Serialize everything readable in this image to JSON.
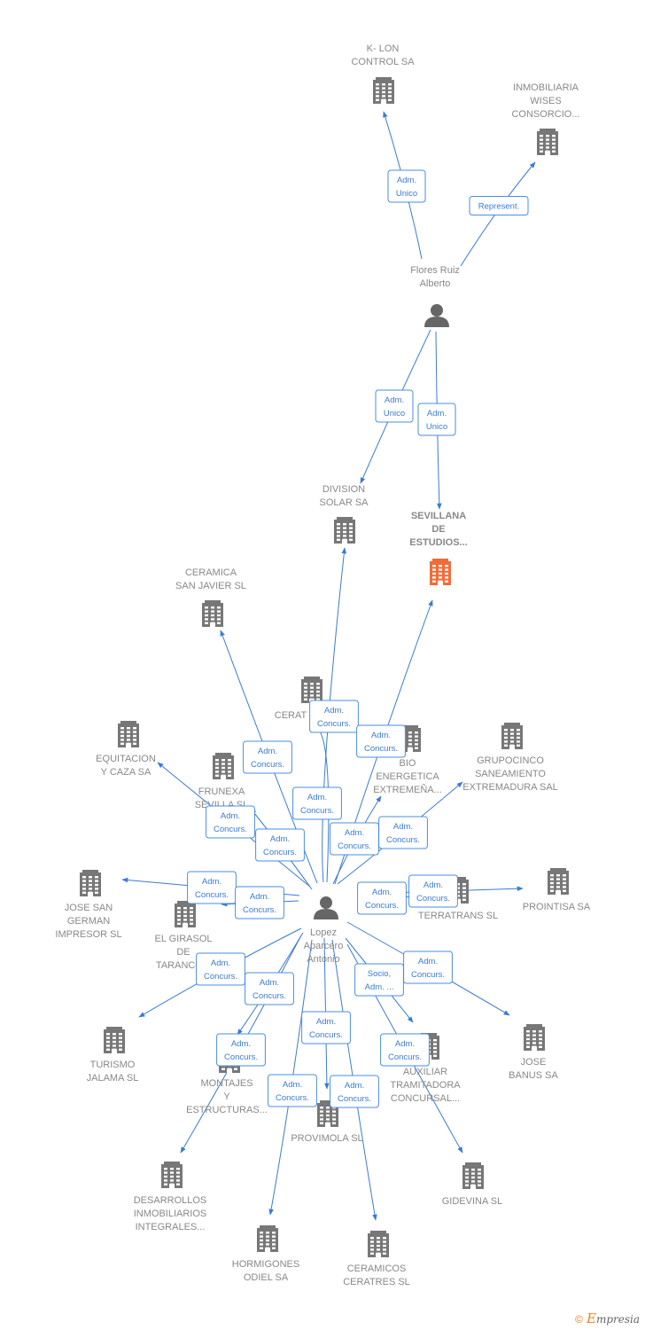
{
  "colors": {
    "building": "#777777",
    "highlight": "#f26b3a",
    "person": "#666666",
    "edge": "#3a7bd5"
  },
  "footer": {
    "copyright": "©",
    "brand_initial": "E",
    "brand_rest": "mpresia"
  },
  "nodes": [
    {
      "id": "klon",
      "type": "company",
      "lines": [
        "K- LON",
        "CONTROL SA"
      ]
    },
    {
      "id": "inmob",
      "type": "company",
      "lines": [
        "INMOBILIARIA",
        "WISES",
        "CONSORCIO..."
      ]
    },
    {
      "id": "flores",
      "type": "person",
      "lines": [
        "Flores Ruiz",
        "Alberto"
      ]
    },
    {
      "id": "division",
      "type": "company",
      "lines": [
        "DIVISION",
        "SOLAR SA"
      ]
    },
    {
      "id": "sevillana",
      "type": "company",
      "highlight": true,
      "lines": [
        "SEVILLANA",
        "DE",
        "ESTUDIOS..."
      ]
    },
    {
      "id": "ceramsj",
      "type": "company",
      "lines": [
        "CERAMICA",
        "SAN JAVIER SL"
      ]
    },
    {
      "id": "cerat",
      "type": "company",
      "lines": [
        "CERAT"
      ]
    },
    {
      "id": "bio",
      "type": "company",
      "lines": [
        "BIO",
        "ENERGETICA",
        "EXTREMEÑA..."
      ]
    },
    {
      "id": "grupocinco",
      "type": "company",
      "lines": [
        "GRUPOCINCO",
        "SANEAMIENTO",
        "EXTREMADURA SAL"
      ]
    },
    {
      "id": "equitacion",
      "type": "company",
      "lines": [
        "EQUITACION",
        "Y CAZA SA"
      ]
    },
    {
      "id": "frunexa",
      "type": "company",
      "lines": [
        "FRUNEXA",
        "SEVILLA SL"
      ]
    },
    {
      "id": "josesan",
      "type": "company",
      "lines": [
        "JOSE SAN",
        "GERMAN",
        "IMPRESOR SL"
      ]
    },
    {
      "id": "elgirasol",
      "type": "company",
      "lines": [
        "EL GIRASOL",
        "DE",
        "TARANCO..."
      ]
    },
    {
      "id": "terratrans",
      "type": "company",
      "lines": [
        "TERRATRANS SL"
      ]
    },
    {
      "id": "prointisa",
      "type": "company",
      "lines": [
        "PROINTISA SA"
      ]
    },
    {
      "id": "lopez",
      "type": "person",
      "lines": [
        "Lopez",
        "Aparcero",
        "Antonio"
      ]
    },
    {
      "id": "turismo",
      "type": "company",
      "lines": [
        "TURISMO",
        "JALAMA SL"
      ]
    },
    {
      "id": "montajes",
      "type": "company",
      "lines": [
        "MONTAJES",
        "Y",
        "ESTRUCTURAS..."
      ]
    },
    {
      "id": "provimola",
      "type": "company",
      "lines": [
        "PROVIMOLA SL"
      ]
    },
    {
      "id": "auxiliar",
      "type": "company",
      "lines": [
        "AUXILIAR",
        "TRAMITADORA",
        "CONCURSAL..."
      ]
    },
    {
      "id": "josebanus",
      "type": "company",
      "lines": [
        "JOSE",
        "BANUS SA"
      ]
    },
    {
      "id": "desarrollos",
      "type": "company",
      "lines": [
        "DESARROLLOS",
        "INMOBILIARIOS",
        "INTEGRALES..."
      ]
    },
    {
      "id": "gidevina",
      "type": "company",
      "lines": [
        "GIDEVINA SL"
      ]
    },
    {
      "id": "hormigones",
      "type": "company",
      "lines": [
        "HORMIGONES",
        "ODIEL SA"
      ]
    },
    {
      "id": "ceramicas",
      "type": "company",
      "lines": [
        "CERAMICOS",
        "CERATRES SL"
      ]
    }
  ],
  "edges": [
    {
      "from": "flores",
      "to": "klon",
      "label": [
        "Adm.",
        "Unico"
      ]
    },
    {
      "from": "flores",
      "to": "inmob",
      "label": [
        "Represent."
      ]
    },
    {
      "from": "flores",
      "to": "division",
      "label": [
        "Adm.",
        "Unico"
      ]
    },
    {
      "from": "flores",
      "to": "sevillana",
      "label": [
        "Adm.",
        "Unico"
      ]
    },
    {
      "from": "lopez",
      "to": "ceramsj",
      "label": [
        "Adm.",
        "Concurs."
      ]
    },
    {
      "from": "lopez",
      "to": "division",
      "label": [
        "Adm.",
        "Concurs."
      ]
    },
    {
      "from": "lopez",
      "to": "cerat",
      "label": [
        "Adm.",
        "Concurs."
      ]
    },
    {
      "from": "lopez",
      "to": "sevillana",
      "label": [
        "Adm.",
        "Concurs."
      ]
    },
    {
      "from": "lopez",
      "to": "bio",
      "label": [
        "Adm.",
        "Concurs."
      ]
    },
    {
      "from": "lopez",
      "to": "grupocinco",
      "label": [
        "Adm.",
        "Concurs."
      ]
    },
    {
      "from": "lopez",
      "to": "equitacion",
      "label": [
        "Adm.",
        "Concurs."
      ]
    },
    {
      "from": "lopez",
      "to": "frunexa",
      "label": [
        "Adm.",
        "Concurs."
      ]
    },
    {
      "from": "lopez",
      "to": "josesan",
      "label": [
        "Adm.",
        "Concurs."
      ]
    },
    {
      "from": "lopez",
      "to": "elgirasol",
      "label": [
        "Adm.",
        "Concurs."
      ]
    },
    {
      "from": "lopez",
      "to": "terratrans",
      "label": [
        "Adm.",
        "Concurs."
      ]
    },
    {
      "from": "lopez",
      "to": "prointisa",
      "label": [
        "Adm.",
        "Concurs."
      ]
    },
    {
      "from": "lopez",
      "to": "turismo",
      "label": [
        "Adm.",
        "Concurs."
      ]
    },
    {
      "from": "lopez",
      "to": "montajes",
      "label": [
        "Adm.",
        "Concurs."
      ]
    },
    {
      "from": "lopez",
      "to": "desarrollos",
      "label": [
        "Adm.",
        "Concurs."
      ]
    },
    {
      "from": "lopez",
      "to": "provimola",
      "label": [
        "Adm.",
        "Concurs."
      ]
    },
    {
      "from": "lopez",
      "to": "hormigones",
      "label": [
        "Adm.",
        "Concurs."
      ]
    },
    {
      "from": "lopez",
      "to": "ceramicas",
      "label": [
        "Adm.",
        "Concurs."
      ]
    },
    {
      "from": "lopez",
      "to": "auxiliar",
      "label": [
        "Socio,",
        "Adm. ..."
      ]
    },
    {
      "from": "lopez",
      "to": "gidevina",
      "label": [
        "Adm.",
        "Concurs."
      ]
    },
    {
      "from": "lopez",
      "to": "josebanus",
      "label": [
        "Adm.",
        "Concurs."
      ]
    }
  ]
}
